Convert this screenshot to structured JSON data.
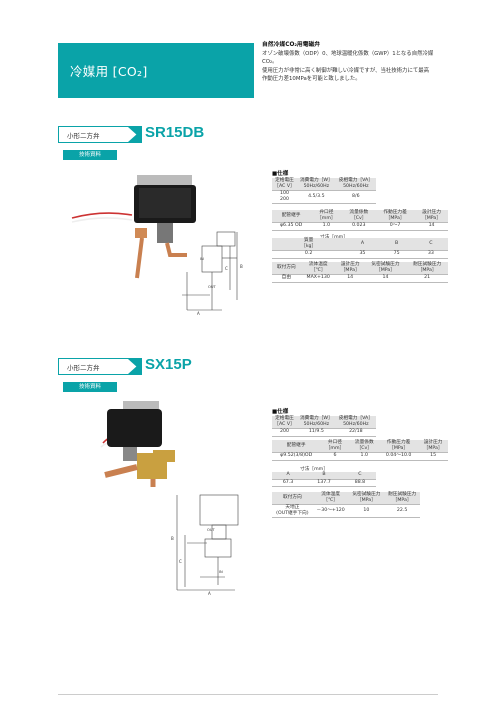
{
  "header": {
    "title": "冷媒用 [CO₂]"
  },
  "intro": {
    "heading": "自然冷媒CO₂用電磁弁",
    "line1": "オゾン破壊係数（ODP）0、地球温暖化係数（GWP）1となる自然冷媒",
    "line2": "CO₂。",
    "line3": "使用圧力が非常に高く制御が難しい冷媒ですが、当社技術力にて最高",
    "line4": "作動圧力差10MPaを可能と致しました。"
  },
  "section1": {
    "category": "小形二方弁",
    "model": "SR15DB",
    "tag": "技術資料",
    "spec_heading": "■仕様",
    "table1": [
      [
        "定格電圧\n［AC V］",
        "消費電力［W］\n50Hz/60Hz",
        "皮相電力［VA］\n50Hz/60Hz"
      ],
      [
        "100\n200",
        "4.5/3.5",
        "8/6"
      ]
    ],
    "table2": [
      [
        "配管継手",
        "弁口径\n［mm］",
        "流量係数\n［Cv］",
        "作動圧力差\n［MPa］",
        "設計圧力\n［MPa］"
      ],
      [
        "φ6.35 OD",
        "1.0",
        "0.023",
        "0～7",
        "14"
      ]
    ],
    "table3": [
      [
        "質量\n［kg］",
        "A",
        "B",
        "C"
      ],
      [
        "0.2",
        "35",
        "75",
        "33"
      ]
    ],
    "table3_dim": "寸法［mm］",
    "table4": [
      [
        "取付方向",
        "流体温度\n［℃］",
        "設計圧力\n［MPa］",
        "気密試験圧力\n［MPa］",
        "耐圧試験圧力\n［MPa］"
      ],
      [
        "自由",
        "MAX+130",
        "14",
        "14",
        "21"
      ]
    ],
    "drawing_labels": {
      "a": "A",
      "b": "B",
      "c": "C",
      "in": "IN",
      "out": "OUT"
    }
  },
  "section2": {
    "category": "小形二方弁",
    "model": "SX15P",
    "tag": "技術資料",
    "spec_heading": "■仕様",
    "table1": [
      [
        "定格電圧\n［AC V］",
        "消費電力［W］\n50Hz/60Hz",
        "皮相電力［VA］\n50Hz/60Hz"
      ],
      [
        "200",
        "11/9.5",
        "22/18"
      ]
    ],
    "table2": [
      [
        "配管継手",
        "弁口径\n［mm］",
        "流量係数\n［Cv］",
        "作動圧力差\n［MPa］",
        "設計圧力\n［MPa］"
      ],
      [
        "φ9.52(3/8)OD",
        "6",
        "1.0",
        "0.04～10.0",
        "15"
      ]
    ],
    "table3_dim": "寸法［mm］",
    "table3": [
      [
        "A",
        "B",
        "C"
      ],
      [
        "67.3",
        "137.7",
        "88.8"
      ]
    ],
    "table4": [
      [
        "取付方向",
        "流体温度\n［℃］",
        "気密試験圧力\n［MPa］",
        "耐圧試験圧力\n［MPa］"
      ],
      [
        "天地正\n(OUT継手下向)",
        "－30～+120",
        "10",
        "22.5"
      ]
    ],
    "drawing_labels": {
      "a": "A",
      "b": "B",
      "c": "C",
      "in": "IN",
      "out": "OUT"
    }
  },
  "colors": {
    "accent": "#0aa3a8",
    "header_cell": "#e3e3e3"
  }
}
